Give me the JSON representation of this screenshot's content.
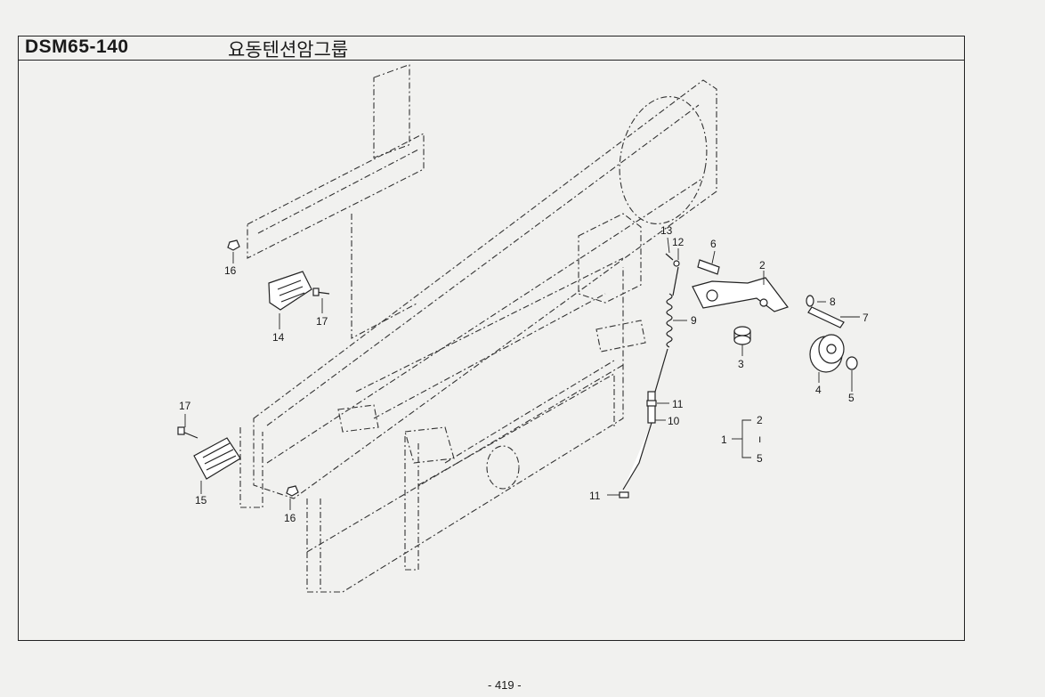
{
  "header": {
    "code": "DSM65-140",
    "title": "요동텐션암그룹"
  },
  "footer": {
    "page": "- 419 -"
  },
  "callouts": [
    {
      "id": "c16a",
      "label": "16"
    },
    {
      "id": "c14",
      "label": "14"
    },
    {
      "id": "c17a",
      "label": "17"
    },
    {
      "id": "c17b",
      "label": "17"
    },
    {
      "id": "c15",
      "label": "15"
    },
    {
      "id": "c16b",
      "label": "16"
    },
    {
      "id": "c13",
      "label": "13"
    },
    {
      "id": "c12",
      "label": "12"
    },
    {
      "id": "c6",
      "label": "6"
    },
    {
      "id": "c2",
      "label": "2"
    },
    {
      "id": "c8",
      "label": "8"
    },
    {
      "id": "c7",
      "label": "7"
    },
    {
      "id": "c9",
      "label": "9"
    },
    {
      "id": "c3",
      "label": "3"
    },
    {
      "id": "c4",
      "label": "4"
    },
    {
      "id": "c5",
      "label": "5"
    },
    {
      "id": "c11a",
      "label": "11"
    },
    {
      "id": "c10",
      "label": "10"
    },
    {
      "id": "c11b",
      "label": "11"
    }
  ],
  "assembly": {
    "label": "1",
    "top": "2",
    "mid": "ı",
    "bottom": "5"
  }
}
